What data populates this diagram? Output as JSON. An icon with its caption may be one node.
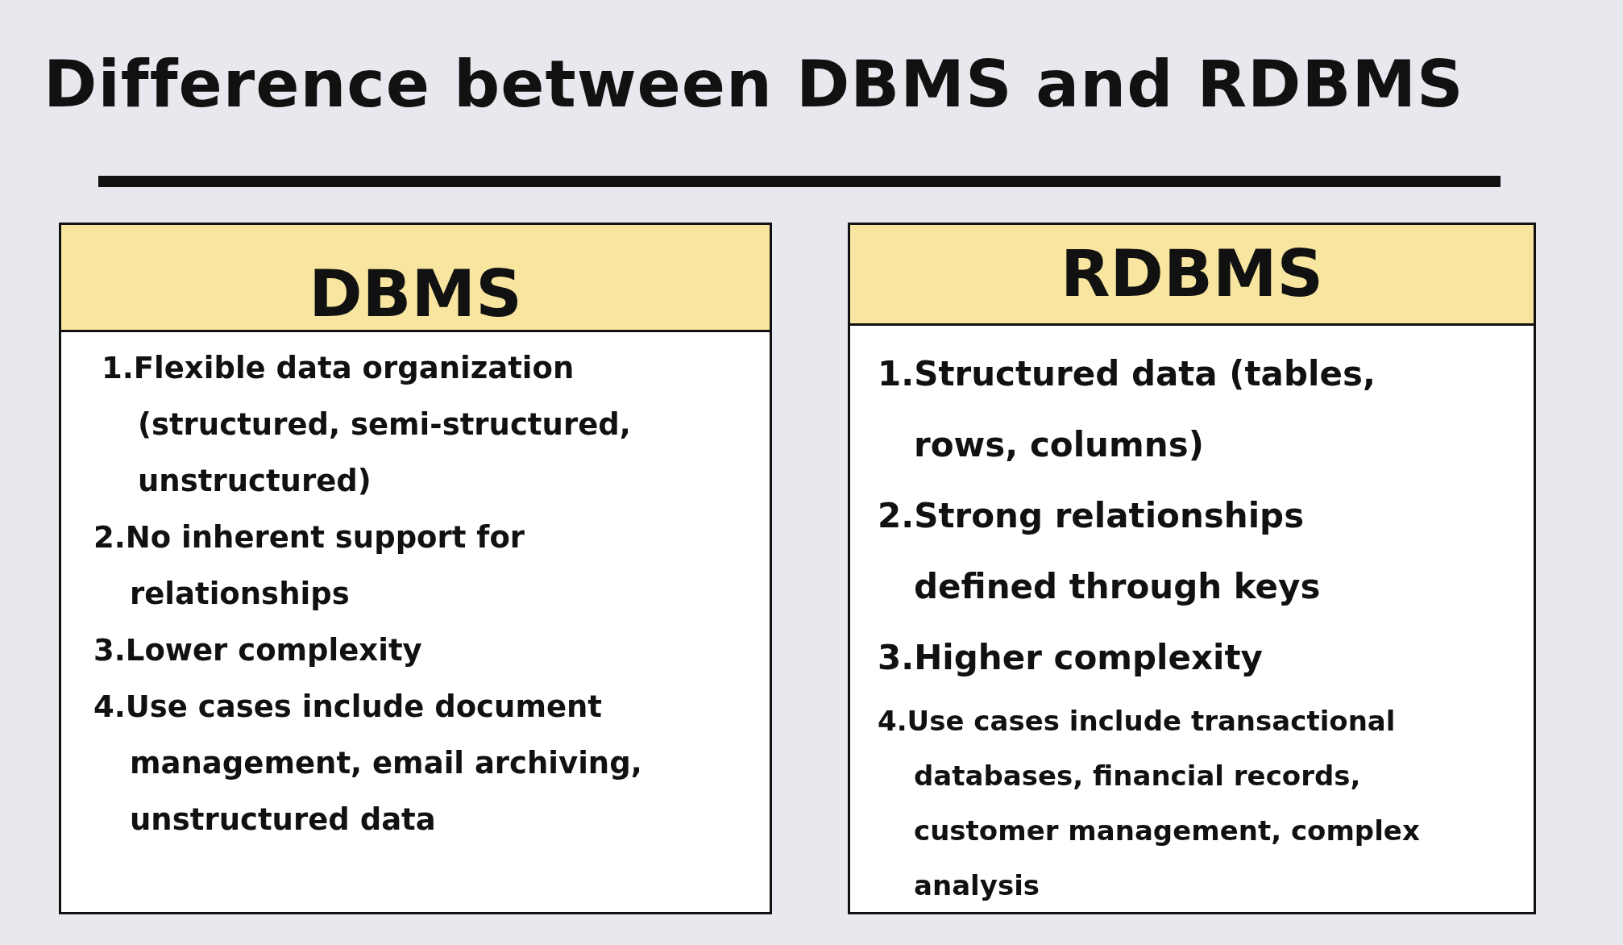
{
  "diagram": {
    "title": "Difference between DBMS and RDBMS",
    "nodes": [
      {
        "text": [],
        "shape": "bar"
      },
      {
        "text": [
          "DBMS",
          "1.Flexible data organization (structured, semi-structured, unstructured)",
          "2.No inherent support for relationships",
          "3.Lower complexity",
          "4.Use cases include document management, email archiving, unstructured data"
        ]
      },
      {
        "text": [
          "RDBMS",
          "1.Structured data (tables, rows, columns)",
          "2.Strong relationships defined through keys",
          "3.Higher complexity",
          "4.Use cases include transactional databases, financial records, customer management, complex analysis"
        ]
      }
    ]
  }
}
